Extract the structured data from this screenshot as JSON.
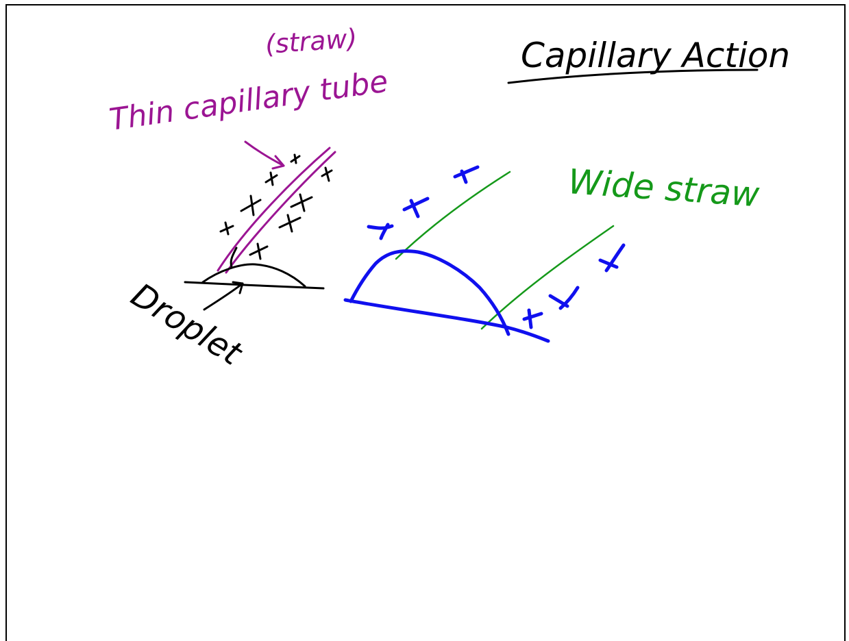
{
  "notes": {
    "title": "Capillary Action",
    "thin_tube_note": "(straw)",
    "thin_tube_label": "Thin capillary tube",
    "wide_straw_label": "Wide straw",
    "droplet_label": "Droplet"
  },
  "colors": {
    "ink_black": "#000000",
    "ink_purple": "#9b1593",
    "ink_green": "#15991a",
    "ink_blue": "#1010ee",
    "page_border": "#000000",
    "background": "#ffffff"
  }
}
